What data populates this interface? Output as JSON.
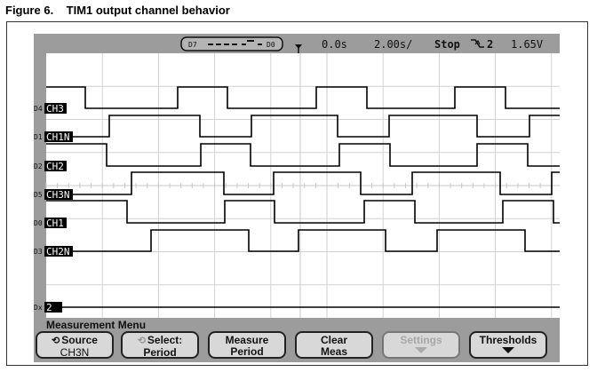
{
  "caption": {
    "figure": "Figure 6.",
    "title": "TIM1 output channel behavior"
  },
  "status_bar": {
    "digital_range_left": "D7",
    "digital_range_right": "D0",
    "trigger_icon": "trigger-marker-icon",
    "time_delay": "0.0s",
    "time_scale": "2.00s/",
    "run_state": "Stop",
    "trigger_slope_icon": "falling-edge-icon",
    "trigger_source": "2",
    "trigger_level": "1.65V"
  },
  "channels": [
    {
      "digital": "D4",
      "label": "CH3"
    },
    {
      "digital": "D1",
      "label": "CH1N"
    },
    {
      "digital": "D2",
      "label": "CH2"
    },
    {
      "digital": "D5",
      "label": "CH3N"
    },
    {
      "digital": "D0",
      "label": "CH1"
    },
    {
      "digital": "D3",
      "label": "CH2N"
    },
    {
      "digital": "Dx",
      "label": "2"
    }
  ],
  "waveforms": [
    {
      "start_high": true,
      "edges": [
        58,
        162,
        218,
        318,
        375,
        474,
        531,
        630
      ]
    },
    {
      "start_high": false,
      "edges": [
        85,
        187,
        245,
        342,
        400,
        499,
        558,
        654
      ]
    },
    {
      "start_high": true,
      "edges": [
        82,
        188,
        244,
        344,
        401,
        499,
        556,
        654
      ]
    },
    {
      "start_high": false,
      "edges": [
        110,
        214,
        270,
        368,
        426,
        525,
        583,
        680
      ]
    },
    {
      "start_high": true,
      "edges": [
        105,
        215,
        271,
        372,
        429,
        528,
        585,
        680
      ]
    },
    {
      "start_high": false,
      "edges": [
        132,
        242,
        298,
        396,
        454,
        553,
        610,
        680
      ]
    }
  ],
  "measurement_menu": {
    "title": "Measurement Menu",
    "softkeys": [
      {
        "line1": "Source",
        "line2": "CH3N",
        "icon": "rotate-knob-icon",
        "enabled": true
      },
      {
        "line1": "Select:",
        "line2": "Period",
        "icon": "rotate-knob-icon",
        "enabled": true
      },
      {
        "line1": "Measure",
        "line2": "Period",
        "enabled": true
      },
      {
        "line1": "Clear",
        "line2": "Meas",
        "enabled": true
      },
      {
        "line1": "Settings",
        "icon": "down-arrow-icon",
        "enabled": false
      },
      {
        "line1": "Thresholds",
        "icon": "down-arrow-icon",
        "enabled": true
      }
    ]
  },
  "colors": {
    "screen_bg": "#9c9c9c",
    "plot_bg": "#ffffff",
    "trace": "#000000",
    "label_bg": "#000000"
  }
}
